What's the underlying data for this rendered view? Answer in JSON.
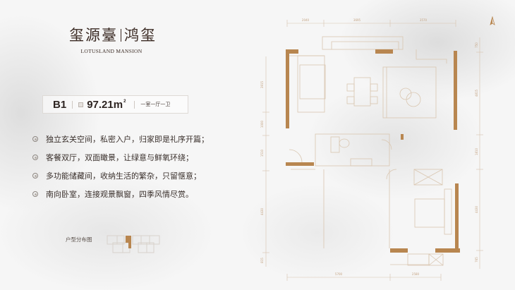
{
  "brand": {
    "name_cn_left": "玺源臺",
    "name_cn_right": "鸿玺",
    "name_en": "LOTUSLAND MANSION"
  },
  "unit": {
    "code": "B1",
    "area_icon": "floor-area-icon",
    "area_value": "97.21m",
    "area_unit_sup": "2",
    "layout": "一室一厅一卫"
  },
  "features": [
    {
      "icon": "double-circle-bullet",
      "text": "独立玄关空间，私密入户，归家即是礼序开篇；"
    },
    {
      "icon": "double-circle-bullet",
      "text": "客餐双厅，双面瞰景，让绿意与鲜氧环绕；"
    },
    {
      "icon": "double-circle-bullet",
      "text": "多功能储藏间，收纳生活的繁杂，只留惬意；"
    },
    {
      "icon": "double-circle-bullet",
      "text": "南向卧室，连接观景飘窗，四季风情尽赏。"
    }
  ],
  "key_plan": {
    "label": "户型分布图",
    "highlight_color": "#b88650"
  },
  "floor_plan": {
    "wall_color": "#b88650",
    "line_color": "#d9c6b0",
    "dim_color": "#c9a987",
    "dimensions_top": [
      "2040",
      "3695",
      "3570"
    ],
    "dimensions_bottom": [
      "5700",
      "2580"
    ],
    "dimensions_left": [
      "3915",
      "1000",
      "1510",
      "4430",
      "815"
    ],
    "dimensions_right": [
      "750",
      "4815",
      "1810",
      "4430",
      "765"
    ],
    "compass": "north-arrow-icon"
  }
}
